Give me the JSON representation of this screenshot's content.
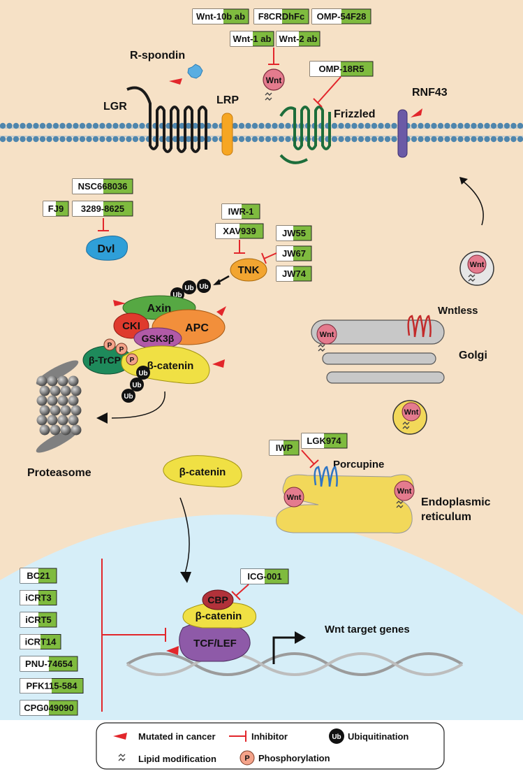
{
  "colors": {
    "cytoplasm": "#f6e1c6",
    "nucleus": "#d6eef8",
    "membrane_bead": "#4f86ad",
    "inhibitor": "#e2262b",
    "mutation": "#e2262b",
    "drug_box_fill": "#7fbb3f",
    "frizzled": "#1d6d3b",
    "lrp": "#f6a623",
    "rnf43": "#6b5aa6",
    "wnt": "#e47b8e",
    "dvl": "#2f9fd8",
    "tnk": "#f2a531",
    "axin": "#56a843",
    "cki": "#df3a2d",
    "gsk3b": "#b15aa7",
    "apc": "#f28f3b",
    "btrcp": "#1e8a5b",
    "bcatenin": "#f0e044",
    "er_golgi": "#f2d85a",
    "golgi": "#c8c8c8",
    "cbp": "#b1323a",
    "tcf": "#8e5aa8"
  },
  "labels": {
    "r_spondin": "R-spondin",
    "lgr": "LGR",
    "lrp": "LRP",
    "frizzled": "Frizzled",
    "rnf43": "RNF43",
    "dvl": "Dvl",
    "tnk": "TNK",
    "axin": "Axin",
    "cki": "CKI",
    "apc": "APC",
    "gsk3b": "GSK3β",
    "btrcp": "β-TrCP",
    "bcatenin": "β-catenin",
    "ub": "Ub",
    "p": "P",
    "proteasome": "Proteasome",
    "wnt": "Wnt",
    "wntless": "Wntless",
    "golgi": "Golgi",
    "porcupine": "Porcupine",
    "er_line1": "Endoplasmic",
    "er_line2": "reticulum",
    "cbp": "CBP",
    "tcf": "TCF/LEF",
    "target_genes": "Wnt target genes"
  },
  "drugs": {
    "ligand_top": [
      "Wnt-10b ab",
      "F8CRDhFc",
      "OMP-54F28"
    ],
    "ligand_second": [
      "Wnt-1 ab",
      "Wnt-2 ab"
    ],
    "frizzled": "OMP-18R5",
    "dvl": [
      "NSC668036",
      "FJ9",
      "3289-8625"
    ],
    "tnk_left": [
      "IWR-1",
      "XAV939"
    ],
    "tnk_right": [
      "JW55",
      "JW67",
      "JW74"
    ],
    "porcupine": [
      "IWP",
      "LGK974"
    ],
    "cbp": "ICG-001",
    "nuclear": [
      "BC21",
      "iCRT3",
      "iCRT5",
      "iCRT14",
      "PNU-74654",
      "PFK115-584",
      "CPG049090"
    ]
  },
  "legend": {
    "mutated": "Mutated  in cancer",
    "inhibitor": "Inhibitor",
    "ub_icon": "Ub",
    "ubiquitination": "Ubiquitination",
    "lipid": "Lipid modification",
    "p_icon": "P",
    "phosphorylation": "Phosphorylation"
  }
}
